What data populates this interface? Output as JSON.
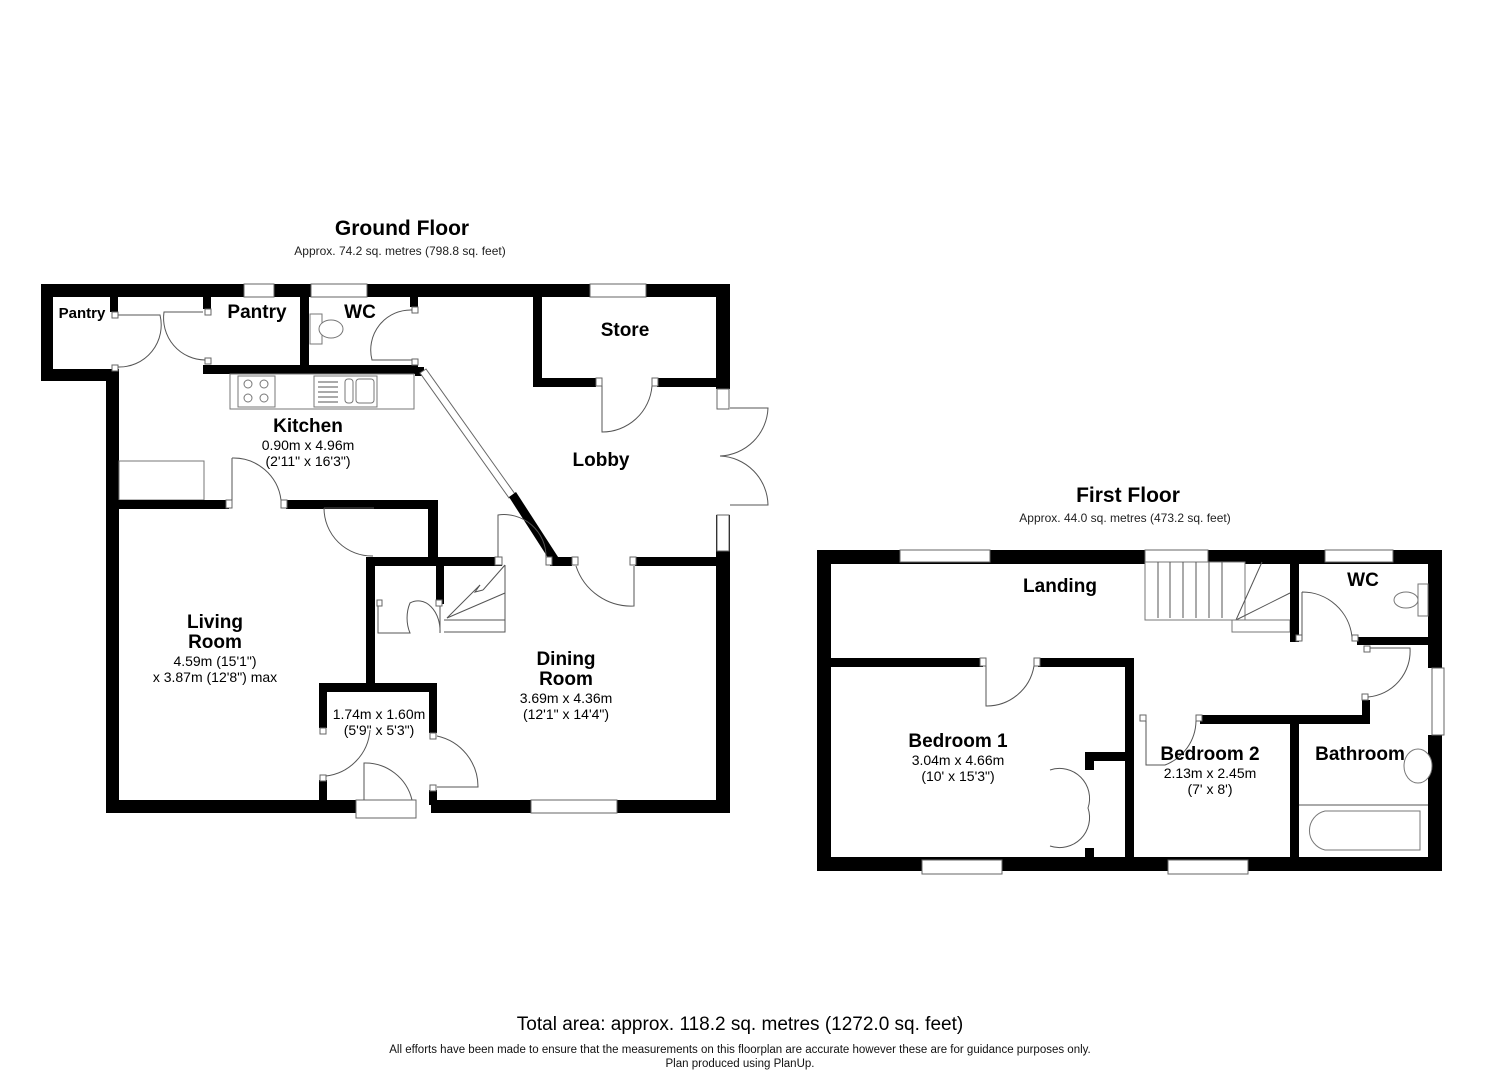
{
  "ground_floor": {
    "title": "Ground Floor",
    "area": "Approx. 74.2 sq. metres (798.8 sq. feet)",
    "rooms": {
      "pantry_small": {
        "name": "Pantry"
      },
      "pantry": {
        "name": "Pantry"
      },
      "wc": {
        "name": "WC"
      },
      "store": {
        "name": "Store"
      },
      "kitchen": {
        "name": "Kitchen",
        "dim1": "0.90m x 4.96m",
        "dim2": "(2'11\" x 16'3\")"
      },
      "lobby": {
        "name": "Lobby"
      },
      "living_room": {
        "name_line1": "Living",
        "name_line2": "Room",
        "dim1": "4.59m (15'1\")",
        "dim2": "x 3.87m (12'8\") max"
      },
      "porch": {
        "dim1": "1.74m x 1.60m",
        "dim2": "(5'9\" x 5'3\")"
      },
      "dining_room": {
        "name_line1": "Dining",
        "name_line2": "Room",
        "dim1": "3.69m x 4.36m",
        "dim2": "(12'1\" x 14'4\")"
      }
    }
  },
  "first_floor": {
    "title": "First Floor",
    "area": "Approx. 44.0 sq. metres (473.2 sq. feet)",
    "rooms": {
      "landing": {
        "name": "Landing"
      },
      "wc": {
        "name": "WC"
      },
      "bedroom1": {
        "name": "Bedroom 1",
        "dim1": "3.04m x 4.66m",
        "dim2": "(10' x 15'3\")"
      },
      "bedroom2": {
        "name": "Bedroom 2",
        "dim1": "2.13m x 2.45m",
        "dim2": "(7' x 8')"
      },
      "bathroom": {
        "name": "Bathroom"
      }
    }
  },
  "footer": {
    "total_area": "Total area: approx. 118.2 sq. metres (1272.0 sq. feet)",
    "disclaimer": "All efforts have been made to ensure that the measurements on this floorplan are accurate however these are for guidance purposes only.",
    "credit": "Plan produced using PlanUp."
  }
}
